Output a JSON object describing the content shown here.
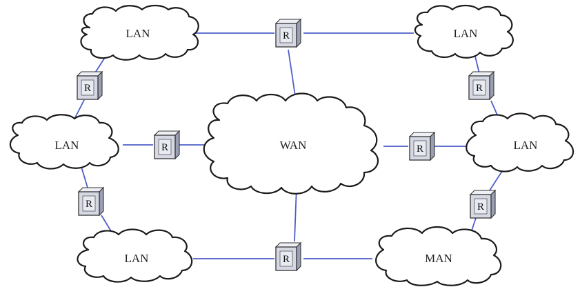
{
  "diagram": {
    "colors": {
      "link": "#4e5ec8",
      "router_face": "#d6d9e4",
      "cloud_outline": "#1a1a1a"
    },
    "clouds": [
      {
        "id": "lan-top-left",
        "label": "LAN"
      },
      {
        "id": "lan-top-right",
        "label": "LAN"
      },
      {
        "id": "lan-mid-left",
        "label": "LAN"
      },
      {
        "id": "wan-center",
        "label": "WAN"
      },
      {
        "id": "lan-mid-right",
        "label": "LAN"
      },
      {
        "id": "lan-bottom-left",
        "label": "LAN"
      },
      {
        "id": "man-bottom-right",
        "label": "MAN"
      }
    ],
    "routers": [
      {
        "id": "r-top",
        "label": "R"
      },
      {
        "id": "r-left-upper",
        "label": "R"
      },
      {
        "id": "r-right-upper",
        "label": "R"
      },
      {
        "id": "r-mid-left",
        "label": "R"
      },
      {
        "id": "r-mid-right",
        "label": "R"
      },
      {
        "id": "r-left-lower",
        "label": "R"
      },
      {
        "id": "r-right-lower",
        "label": "R"
      },
      {
        "id": "r-bottom",
        "label": "R"
      }
    ],
    "links": [
      [
        "lan-top-left",
        "r-top"
      ],
      [
        "r-top",
        "lan-top-right"
      ],
      [
        "r-top",
        "wan-center"
      ],
      [
        "lan-top-left",
        "r-left-upper"
      ],
      [
        "r-left-upper",
        "lan-mid-left"
      ],
      [
        "lan-top-right",
        "r-right-upper"
      ],
      [
        "r-right-upper",
        "lan-mid-right"
      ],
      [
        "lan-mid-left",
        "r-mid-left"
      ],
      [
        "r-mid-left",
        "wan-center"
      ],
      [
        "wan-center",
        "r-mid-right"
      ],
      [
        "r-mid-right",
        "lan-mid-right"
      ],
      [
        "lan-mid-left",
        "r-left-lower"
      ],
      [
        "r-left-lower",
        "lan-bottom-left"
      ],
      [
        "lan-mid-right",
        "r-right-lower"
      ],
      [
        "r-right-lower",
        "man-bottom-right"
      ],
      [
        "lan-bottom-left",
        "r-bottom"
      ],
      [
        "r-bottom",
        "man-bottom-right"
      ],
      [
        "r-bottom",
        "wan-center"
      ]
    ]
  }
}
